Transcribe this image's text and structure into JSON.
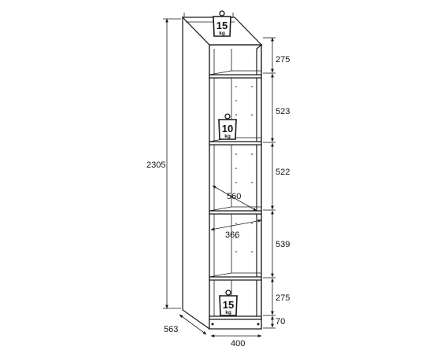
{
  "dimensions": {
    "total_height": "2305",
    "depth": "563",
    "width": "400",
    "top_compartment": "275",
    "compartment_2": "523",
    "compartment_3": "522",
    "compartment_4": "539",
    "bottom_compartment": "275",
    "plinth": "70",
    "inner_depth": "560",
    "inner_width": "366"
  },
  "load_ratings": {
    "top": {
      "value": "15",
      "unit": "kg"
    },
    "middle": {
      "value": "10",
      "unit": "kg"
    },
    "bottom": {
      "value": "15",
      "unit": "kg"
    }
  },
  "colors": {
    "line": "#1a1a1a",
    "background": "#ffffff"
  }
}
